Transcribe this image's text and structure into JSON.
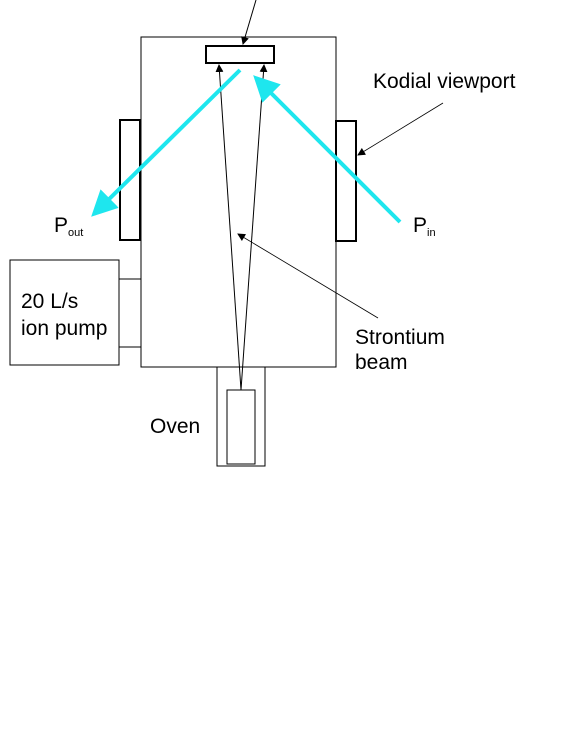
{
  "diagram": {
    "labels": {
      "viewport": "Kodial viewport",
      "p_out_main": "P",
      "p_out_sub": "out",
      "p_in_main": "P",
      "p_in_sub": "in",
      "pump_line1": "20 L/s",
      "pump_line2": "ion pump",
      "beam_line1": "Strontium",
      "beam_line2": "beam",
      "oven": "Oven"
    },
    "colors": {
      "laser": "#1ee6ee",
      "stroke": "#000000"
    }
  }
}
